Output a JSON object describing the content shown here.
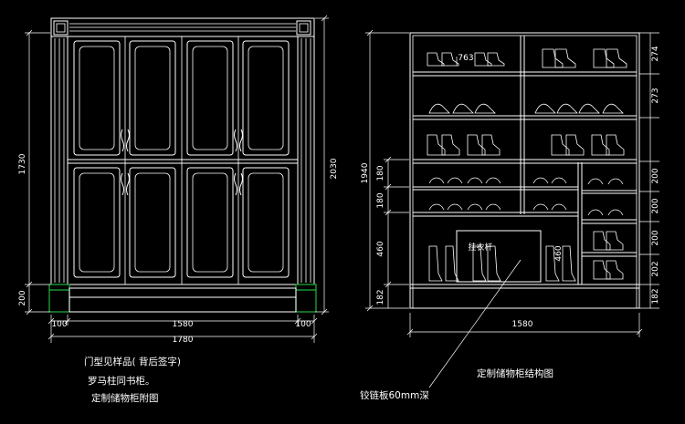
{
  "wardrobe": {
    "dim_height_total": "1730",
    "dim_plinth": "200",
    "dim_height_right": "2030",
    "dim_pilaster_left": "100",
    "dim_doors_width": "1580",
    "dim_pilaster_right": "100",
    "dim_overall_width": "1780"
  },
  "cabinet": {
    "dim_height": "1940",
    "dim_sec_1": "180",
    "dim_sec_2": "180",
    "dim_sec_3": "460",
    "dim_sec_4": "182",
    "dim_inner_width": "763",
    "dim_inner_height": "460",
    "rail_label": "挂衣杆",
    "right_dims": [
      "274",
      "273",
      "200",
      "200",
      "200",
      "202",
      "182"
    ],
    "dim_width": "1580"
  },
  "notes": {
    "door_sample": "门型见样品( 背后签字)",
    "roman_column": "罗马柱同书柜。",
    "storage_attachment": "定制储物柜附图",
    "cabinet_structure": "定制储物柜结构图",
    "hinge_board": "铰链板60mm深"
  },
  "colors": {
    "background": "#000000",
    "linework": "#ffffff",
    "plinth": "#1fb53a"
  }
}
